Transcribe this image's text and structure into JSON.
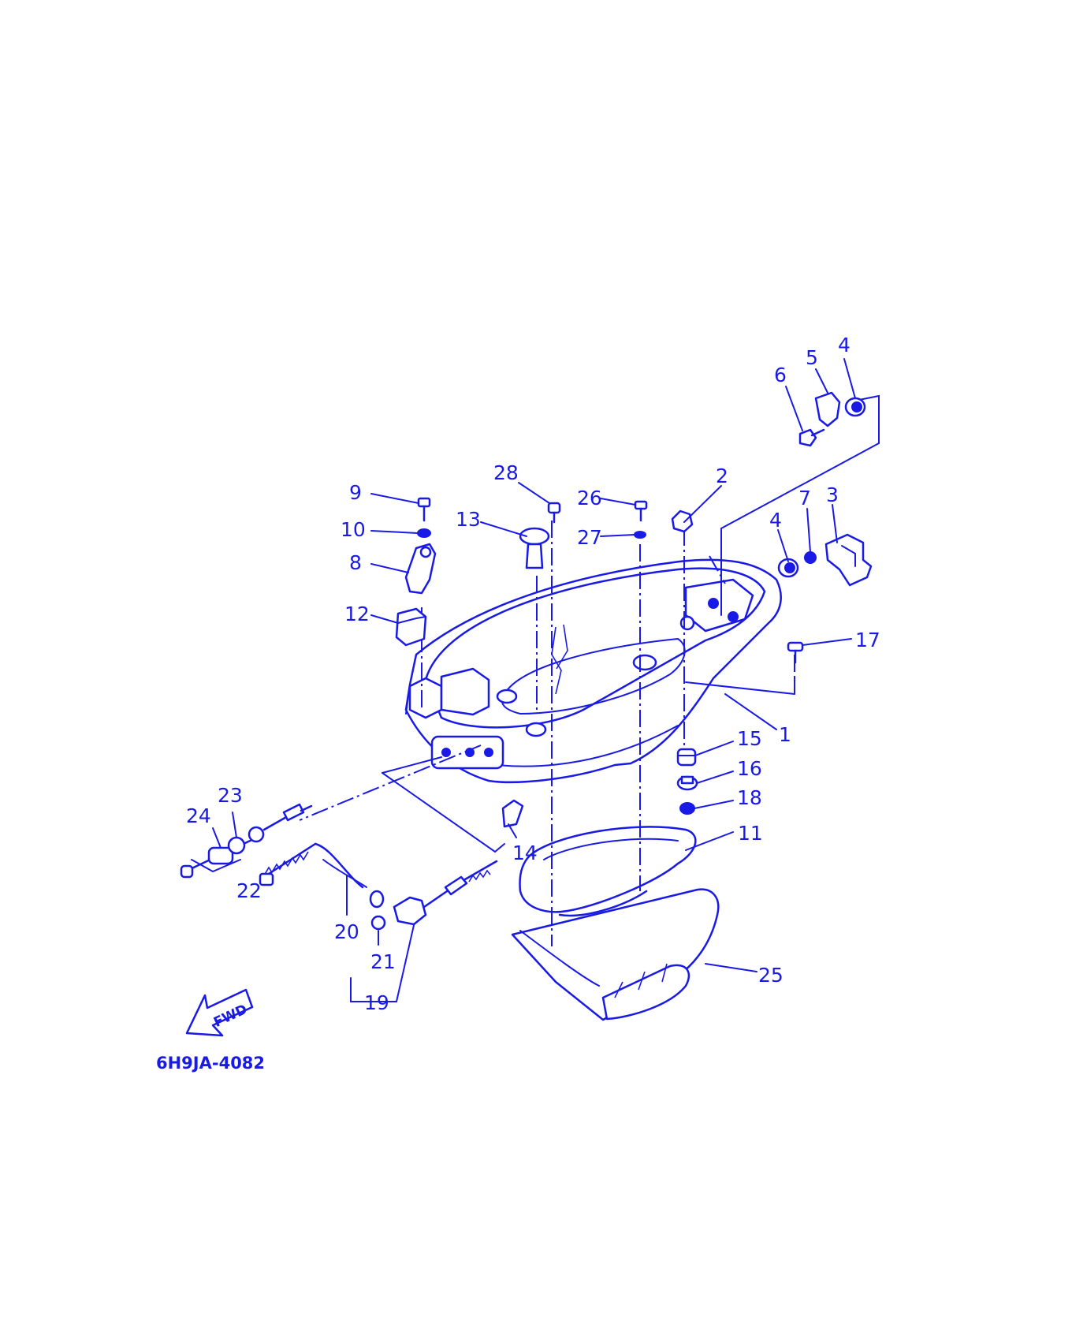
{
  "diagram_code": "6H9JA-4082",
  "fwd_label": "FWD",
  "callouts": [
    "1",
    "2",
    "3",
    "4",
    "4",
    "5",
    "6",
    "7",
    "8",
    "9",
    "10",
    "11",
    "12",
    "13",
    "14",
    "15",
    "16",
    "17",
    "18",
    "19",
    "20",
    "21",
    "22",
    "23",
    "24",
    "25",
    "26",
    "27",
    "28"
  ],
  "colors": {
    "ink": "#1a1ae6",
    "background": "#ffffff"
  }
}
